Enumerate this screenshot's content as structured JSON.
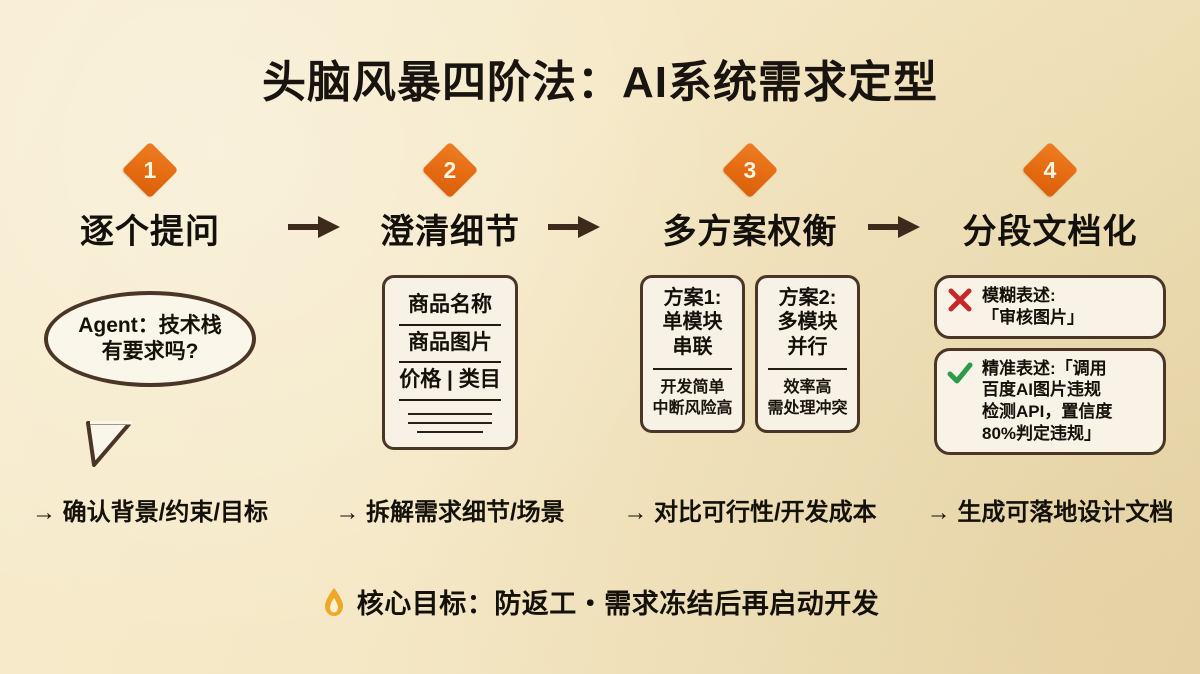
{
  "poster": {
    "title": "头脑风暴四阶法：AI系统需求定型",
    "background_color": "#f5e8c6",
    "accent_color": "#e8711a",
    "ink_color": "#2b1f16"
  },
  "steps": [
    {
      "number": "1",
      "title": "逐个提问",
      "caption": "→ 确认背景/约束/目标",
      "bubble": {
        "line1": "Agent：技术栈",
        "line2": "有要求吗?"
      }
    },
    {
      "number": "2",
      "title": "澄清细节",
      "caption": "→ 拆解需求细节/场景",
      "card": {
        "rows": [
          "商品名称",
          "商品图片",
          "价格 | 类目"
        ]
      }
    },
    {
      "number": "3",
      "title": "多方案权衡",
      "caption": "→ 对比可行性/开发成本",
      "options": [
        {
          "head_line1": "方案1:",
          "head_line2": "单模块",
          "head_line3": "串联",
          "note_line1": "开发简单",
          "note_line2": "中断风险高"
        },
        {
          "head_line1": "方案2:",
          "head_line2": "多模块",
          "head_line3": "并行",
          "note_line1": "效率高",
          "note_line2": "需处理冲突"
        }
      ]
    },
    {
      "number": "4",
      "title": "分段文档化",
      "caption": "→ 生成可落地设计文档",
      "pills": [
        {
          "mark": "cross-icon",
          "mark_color": "#c62828",
          "line1": "模糊表述:",
          "line2": "「审核图片」",
          "line3": "",
          "line4": ""
        },
        {
          "mark": "check-icon",
          "mark_color": "#2e9b4a",
          "line1": "精准表述:「调用",
          "line2": "百度AI图片违规",
          "line3": "检测API，置信度",
          "line4": "80%判定违规」"
        }
      ]
    }
  ],
  "footer": {
    "icon": "flame-icon",
    "text": "核心目标：防返工・需求冻结后再启动开发"
  }
}
